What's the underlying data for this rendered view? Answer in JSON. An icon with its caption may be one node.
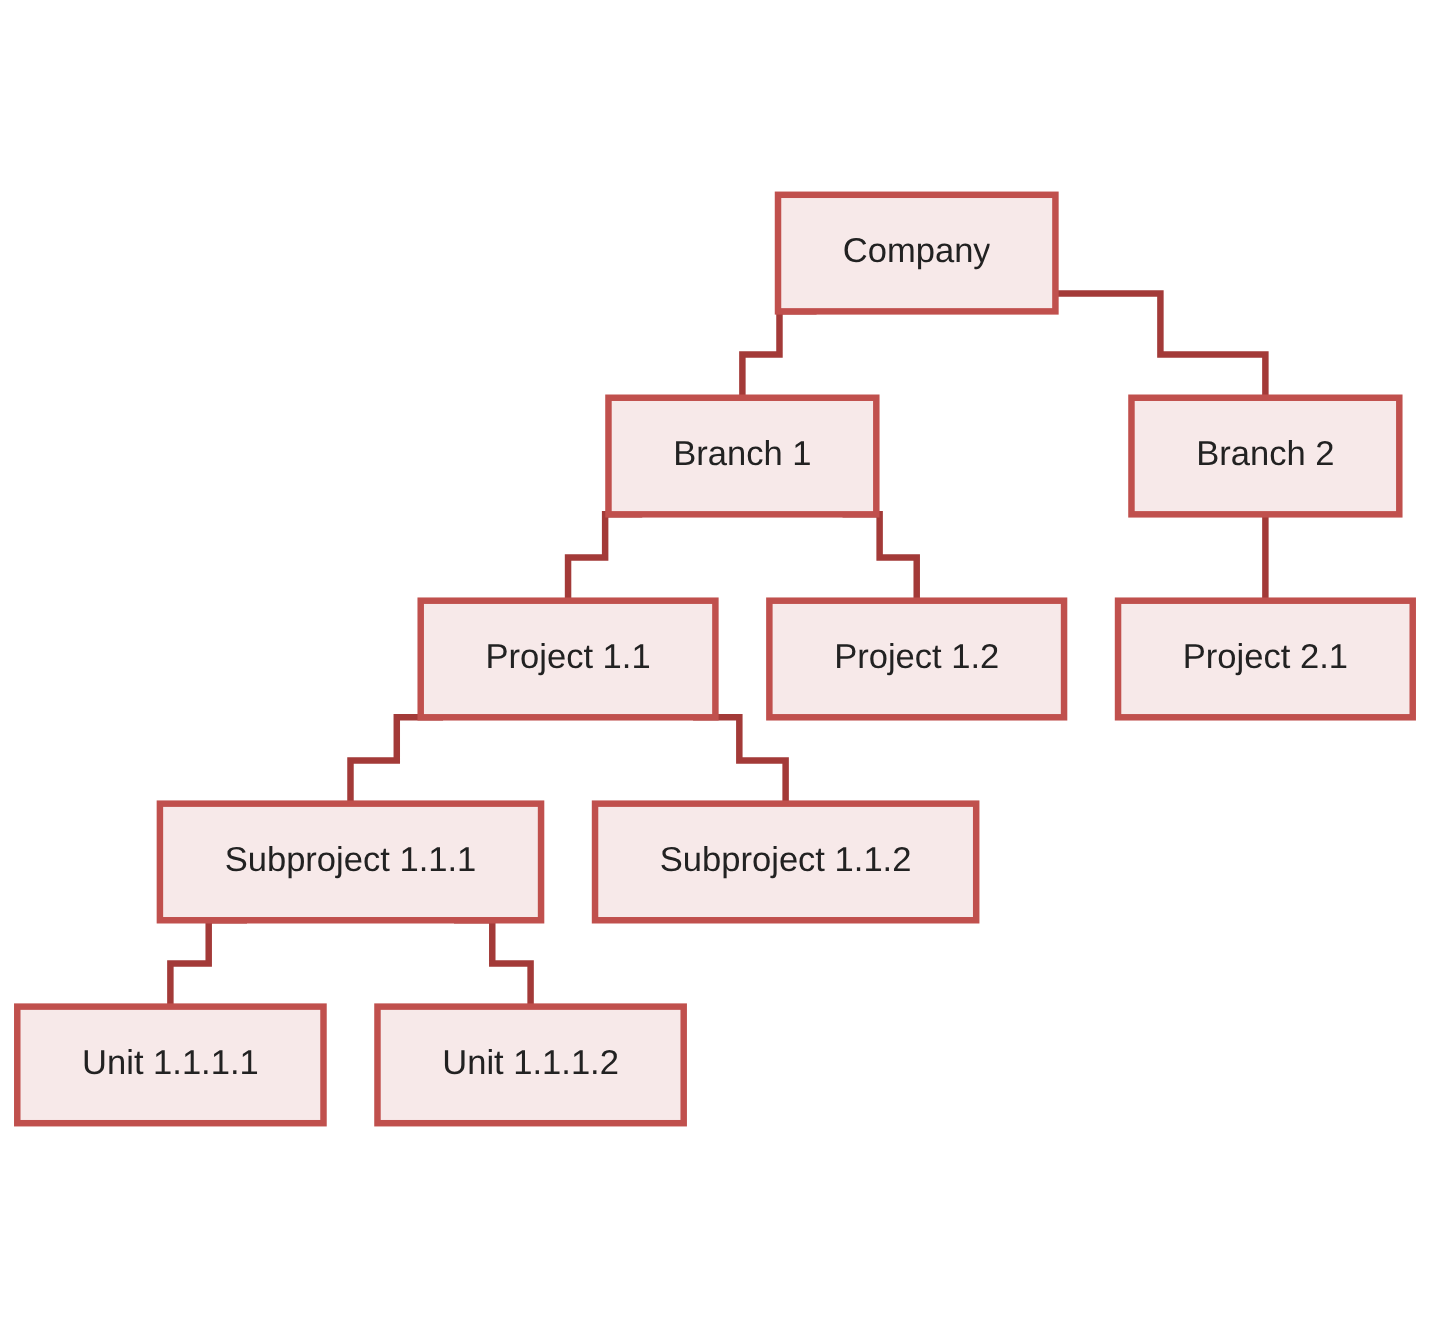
{
  "diagram": {
    "nodes": [
      {
        "text": [
          "Company"
        ]
      },
      {
        "text": [
          "Branch 1"
        ]
      },
      {
        "text": [
          "Branch 2"
        ]
      },
      {
        "text": [
          "Project 1.1"
        ]
      },
      {
        "text": [
          "Project 1.2"
        ]
      },
      {
        "text": [
          "Project 2.1"
        ]
      },
      {
        "text": [
          "Subproject 1.1.1"
        ]
      },
      {
        "text": [
          "Subproject 1.1.2"
        ]
      },
      {
        "text": [
          "Unit 1.1.1.1"
        ]
      },
      {
        "text": [
          "Unit 1.1.1.2"
        ]
      }
    ],
    "edges": [
      {
        "from": 0,
        "to": 1,
        "arrow": "none"
      },
      {
        "from": 0,
        "to": 2,
        "arrow": "none"
      },
      {
        "from": 1,
        "to": 3,
        "arrow": "none"
      },
      {
        "from": 1,
        "to": 4,
        "arrow": "none"
      },
      {
        "from": 2,
        "to": 5,
        "arrow": "none"
      },
      {
        "from": 3,
        "to": 6,
        "arrow": "none"
      },
      {
        "from": 3,
        "to": 7,
        "arrow": "none"
      },
      {
        "from": 6,
        "to": 8,
        "arrow": "none"
      },
      {
        "from": 6,
        "to": 9,
        "arrow": "none"
      }
    ]
  }
}
